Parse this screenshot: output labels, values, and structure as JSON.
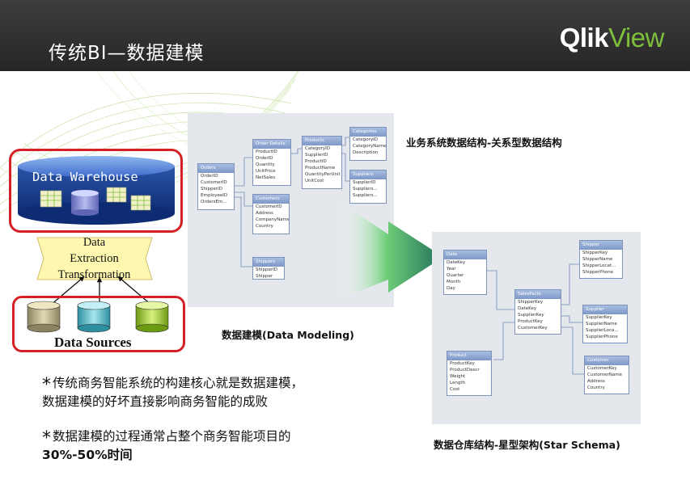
{
  "header": {
    "title": "传统BI—数据建模"
  },
  "logo": {
    "part1": "Qlik",
    "part2": "View"
  },
  "left": {
    "warehouse_label": "Data  Warehouse",
    "etl_lines": [
      "Data",
      "Extraction",
      "Transformation"
    ],
    "sources_label": "Data Sources"
  },
  "relational": {
    "caption": "数据建模(Data Modeling)",
    "side_label": "业务系统数据结构-关系型数据结构",
    "tables": {
      "orders": {
        "title": "Orders",
        "fields": [
          "OrderID",
          "CustomerID",
          "ShipperID",
          "EmployeeID",
          "OrdersEm..."
        ]
      },
      "order_details": {
        "title": "Order Details",
        "fields": [
          "ProductID",
          "OrderID",
          "Quantity",
          "UnitPrice",
          "NetSales"
        ]
      },
      "products": {
        "title": "Products",
        "fields": [
          "CategoryID",
          "SupplierID",
          "ProductID",
          "ProductName",
          "QuantityPerUnit",
          "UnitCost"
        ]
      },
      "categories": {
        "title": "Categories",
        "fields": [
          "CategoryID",
          "CategoryName",
          "Description"
        ]
      },
      "suppliers": {
        "title": "Suppliers",
        "fields": [
          "SupplierID",
          "Suppliers...",
          "Suppliers..."
        ]
      },
      "customers": {
        "title": "Customers",
        "fields": [
          "CustomerID",
          "Address",
          "CompanyName",
          "Country"
        ]
      },
      "shippers": {
        "title": "Shippers",
        "fields": [
          "ShipperID",
          "Shipper"
        ]
      }
    }
  },
  "star": {
    "caption": "数据仓库结构-星型架构(Star Schema)",
    "tables": {
      "date": {
        "title": "Date",
        "fields": [
          "DateKey",
          "Year",
          "Quarter",
          "Month",
          "Day"
        ]
      },
      "sales_facts": {
        "title": "SalesFacts",
        "fields": [
          "ShipperKey",
          "DateKey",
          "SupplierKey",
          "ProductKey",
          "CustomerKey"
        ]
      },
      "shipper": {
        "title": "Shipper",
        "fields": [
          "ShipperKey",
          "ShipperName",
          "ShipperLocat...",
          "ShipperPhone"
        ]
      },
      "supplier": {
        "title": "Supplier",
        "fields": [
          "SupplierKey",
          "SupplierName",
          "SupplierLoca...",
          "SupplierPhone"
        ]
      },
      "product": {
        "title": "Product",
        "fields": [
          "ProductKey",
          "ProductDescr",
          "Weight",
          "Length",
          "Cost"
        ]
      },
      "customer": {
        "title": "Customer",
        "fields": [
          "CustomerKey",
          "CustomerName",
          "Address",
          "Country"
        ]
      }
    }
  },
  "bullets": [
    {
      "star": "*",
      "lines": [
        "传统商务智能系统的构建核心就是数据建模，",
        "数据建模的好坏直接影响商务智能的成败"
      ]
    },
    {
      "star": "*",
      "lines": [
        "数据建模的过程通常占整个商务智能项目的",
        "30%-50%时间"
      ]
    }
  ],
  "colors": {
    "accent_red": "#d42027",
    "brand_green": "#7ebf3c",
    "header_bg": "#2e2e2e",
    "table_header": "#7d98c8"
  }
}
